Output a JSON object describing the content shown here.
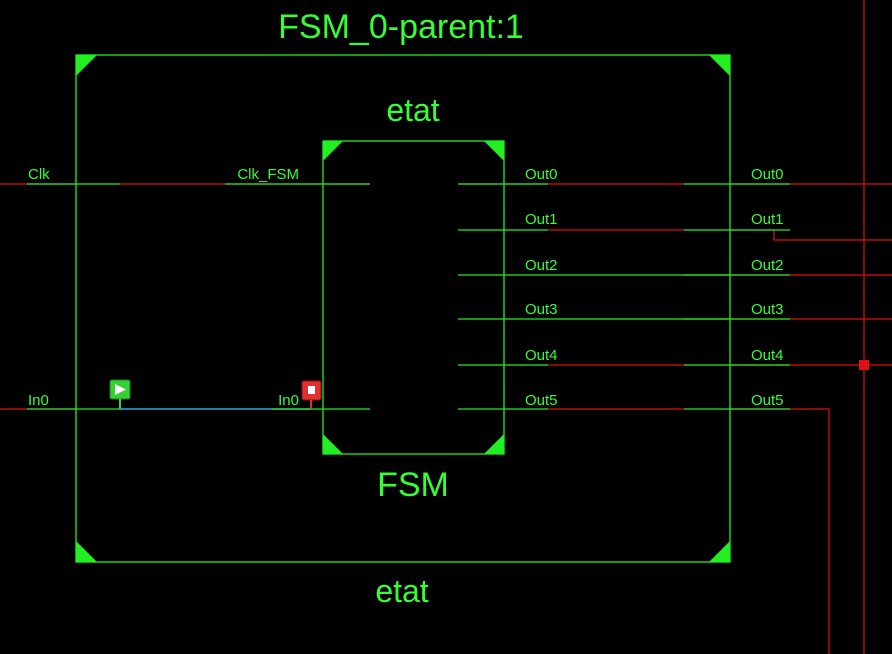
{
  "colors": {
    "background": "#000000",
    "block": "#22ee22",
    "label": "#33ff33",
    "net_red": "#dd1111",
    "net_cyan": "#2aa8e8",
    "marker_green": "#35d135",
    "marker_red": "#e23030"
  },
  "parent": {
    "title": "FSM_0-parent:1",
    "top_label": "etat",
    "bottom_label": "etat",
    "left_ports": [
      "Clk",
      "In0"
    ],
    "right_ports": [
      "Out0",
      "Out1",
      "Out2",
      "Out3",
      "Out4",
      "Out5"
    ]
  },
  "child": {
    "instance_label": "FSM",
    "input_ports": [
      "Clk_FSM",
      "In0"
    ],
    "output_ports": [
      "Out0",
      "Out1",
      "Out2",
      "Out3",
      "Out4",
      "Out5"
    ]
  },
  "markers": [
    {
      "name": "probe-in-marker",
      "icon": "green-play-flag-icon"
    },
    {
      "name": "probe-out-marker",
      "icon": "red-stop-flag-icon"
    }
  ]
}
